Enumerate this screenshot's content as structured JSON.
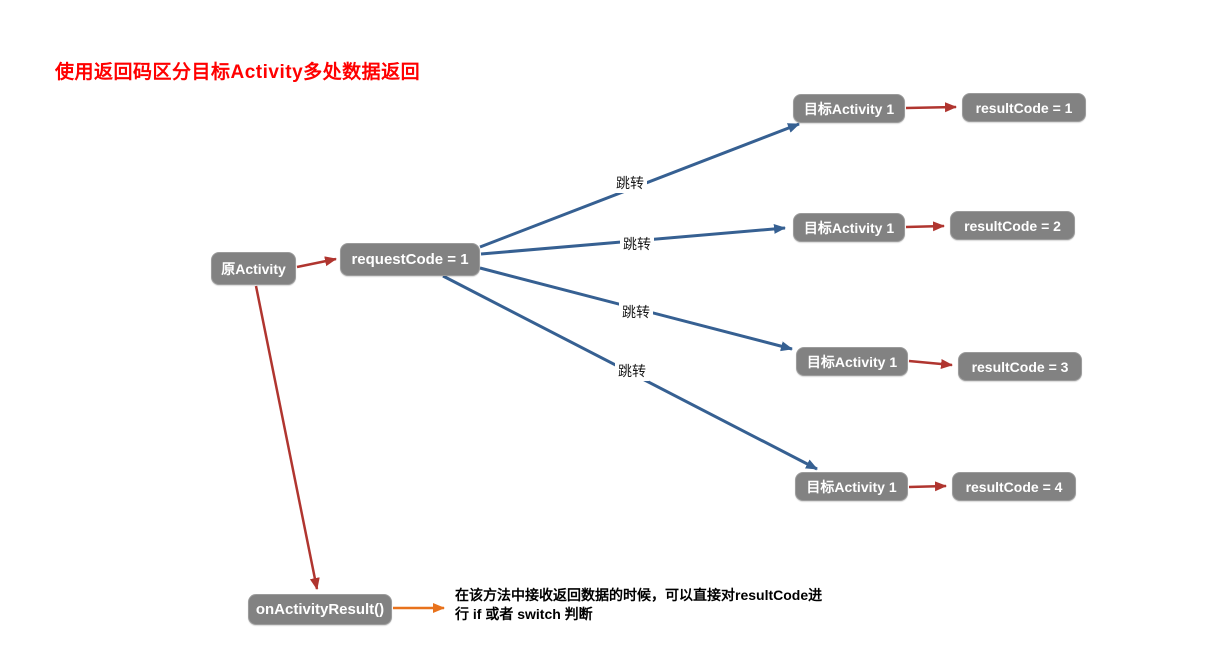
{
  "title": {
    "text": "使用返回码区分目标Activity多处数据返回",
    "color": "#ff0000"
  },
  "colors": {
    "node_fill": "#828282",
    "node_text": "#ffffff",
    "red_arrow": "#b0352f",
    "blue_arrow": "#366092",
    "orange_arrow": "#e8721c",
    "background": "#ffffff"
  },
  "nodes": {
    "source": {
      "label": "原Activity"
    },
    "request": {
      "label": "requestCode = 1"
    },
    "targets": [
      {
        "label": "目标Activity 1"
      },
      {
        "label": "目标Activity 1"
      },
      {
        "label": "目标Activity 1"
      },
      {
        "label": "目标Activity 1"
      }
    ],
    "results": [
      {
        "label": "resultCode = 1"
      },
      {
        "label": "resultCode = 2"
      },
      {
        "label": "resultCode = 3"
      },
      {
        "label": "resultCode = 4"
      }
    ],
    "callback": {
      "label": "onActivityResult()"
    }
  },
  "edge_labels": [
    {
      "text": "跳转"
    },
    {
      "text": "跳转"
    },
    {
      "text": "跳转"
    },
    {
      "text": "跳转"
    }
  ],
  "annotation": {
    "line1": "在该方法中接收返回数据的时候，可以直接对resultCode进",
    "line2": "行 if 或者 switch 判断"
  }
}
